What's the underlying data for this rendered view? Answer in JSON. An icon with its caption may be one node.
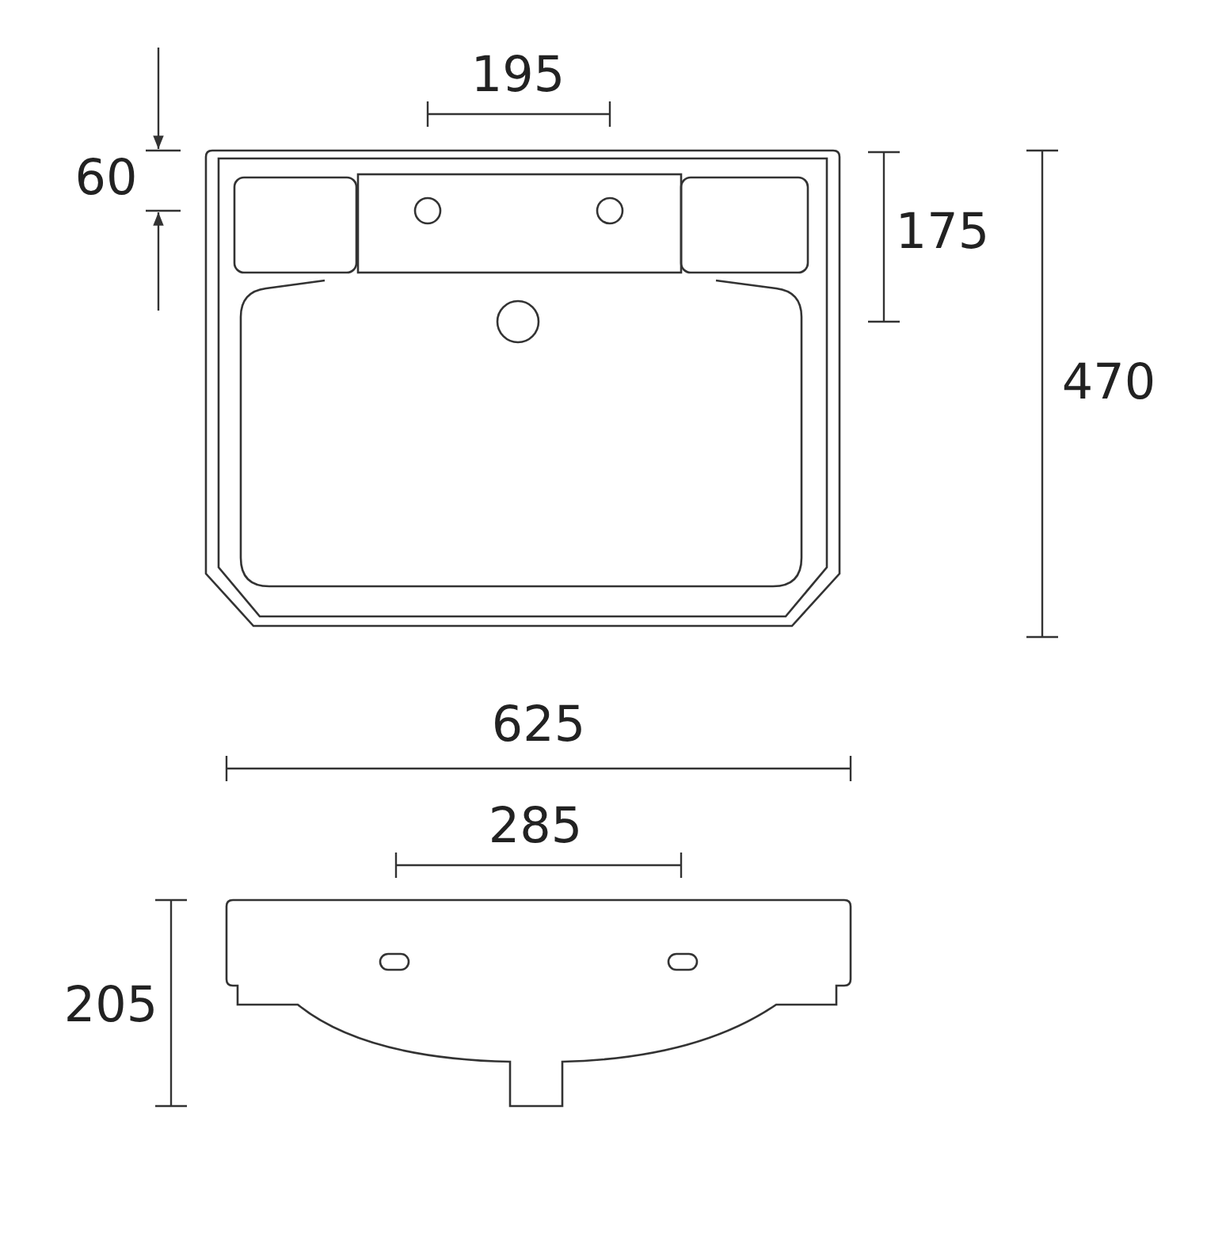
{
  "diagram": {
    "labels": [
      "195",
      "60",
      "175",
      "470",
      "625",
      "285",
      "205"
    ]
  }
}
